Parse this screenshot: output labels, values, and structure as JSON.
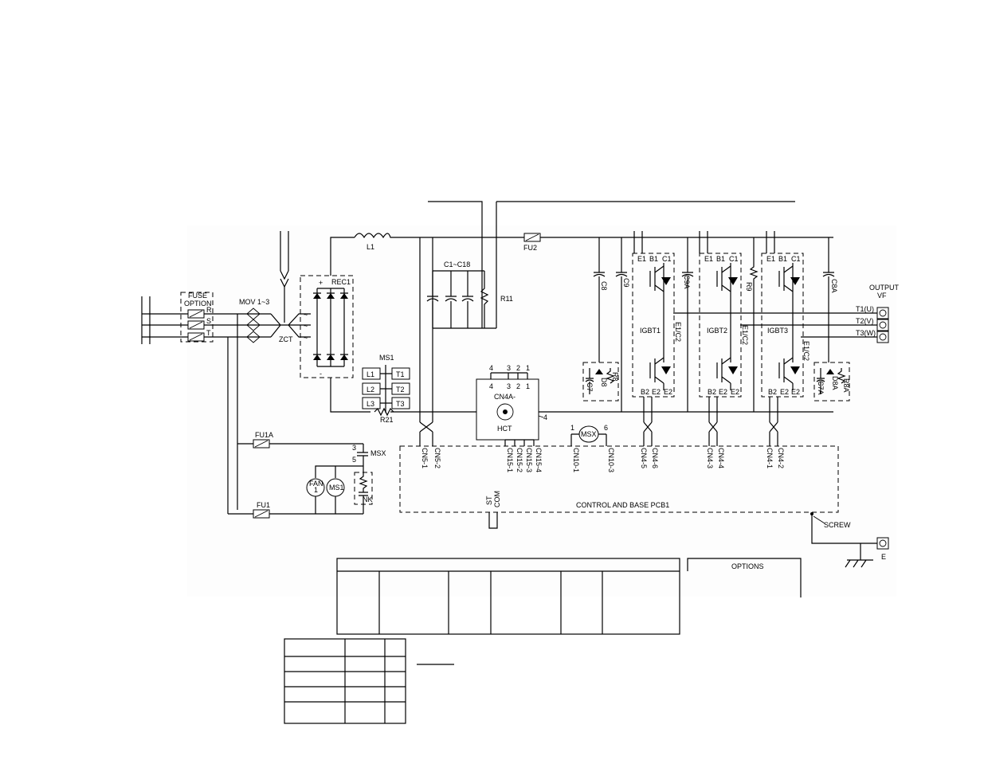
{
  "labels": {
    "fuse_option": [
      "FUSE",
      "OPTION"
    ],
    "r": "R",
    "s": "S",
    "t": "T",
    "mov": "MOV 1~3",
    "zct": "ZCT",
    "rec1": "REC1",
    "plus": "+",
    "minus": "-",
    "l1_choke": "L1",
    "c1_c18": "C1~C18",
    "r11": "R11",
    "fu2": "FU2",
    "c8": "C8",
    "c9": "C9",
    "c9a": "C9A",
    "c8a": "C8A",
    "r9": "R9",
    "c7": "C7",
    "d8": "D8",
    "r8": "R8",
    "c7a": "C7A",
    "d8a": "D8A",
    "r8a": "R8A",
    "igbt1": "IGBT1",
    "igbt2": "IGBT2",
    "igbt3": "IGBT3",
    "e1c2": "E1/C2",
    "e1": "E1",
    "b1": "B1",
    "c1": "C1",
    "b2": "B2",
    "e2": "E2",
    "output": "OUTPUT",
    "vf": "VF",
    "t1u": "T1(U)",
    "t2v": "T2(V)",
    "t3w": "T3(W)",
    "ms1": "MS1",
    "ms_l1": "L1",
    "ms_l2": "L2",
    "ms_l3": "L3",
    "ms_t1": "T1",
    "ms_t2": "T2",
    "ms_t3": "T3",
    "r21": "R21",
    "cn4a": "CN4A-",
    "hct": "HCT",
    "cn4a_pins_top": [
      "4",
      "3",
      "2",
      "1"
    ],
    "cn4a_pins_inner": [
      "4",
      "3",
      "2",
      "1"
    ],
    "hct_side_pin": "4",
    "fu1a": "FU1A",
    "fu1": "FU1",
    "msx": "MSX",
    "msx_pin3": "3",
    "msx_pin5": "5",
    "msx_coil": "MSX",
    "msx_coil_pin1": "1",
    "msx_coil_pin6": "6",
    "fan": [
      "FAN",
      "1"
    ],
    "ms1_coil": "MS1",
    "nk": "NK",
    "pcb": "CONTROL AND BASE PCB1",
    "screw": "SCREW",
    "ground_e": "E",
    "st": "ST",
    "com": "COM",
    "options": "OPTIONS",
    "connectors": [
      "CN5-1",
      "CN5-2",
      "CN15-1",
      "CN15-2",
      "CN15-3",
      "CN15-4",
      "CN10-1",
      "CN10-3",
      "CN4-5",
      "CN4-6",
      "CN4-3",
      "CN4-4",
      "CN4-1",
      "CN4-2"
    ]
  }
}
